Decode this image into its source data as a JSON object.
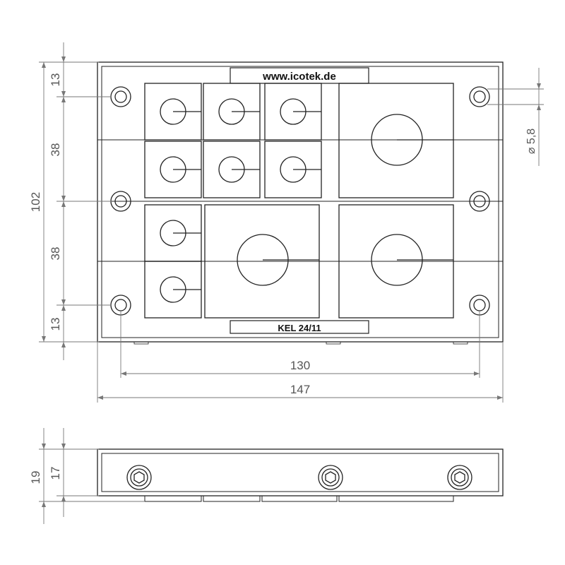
{
  "labels": {
    "website": "www.icotek.de",
    "model": "KEL 24/11"
  },
  "dimensions": {
    "d13_top": "13",
    "d38_upper": "38",
    "d38_lower": "38",
    "d13_bottom": "13",
    "d102": "102",
    "d130": "130",
    "d147": "147",
    "diameter": "⌀ 5,8",
    "d19": "19",
    "d17": "17"
  },
  "colors": {
    "line": "#222222",
    "dimension": "#777777"
  }
}
